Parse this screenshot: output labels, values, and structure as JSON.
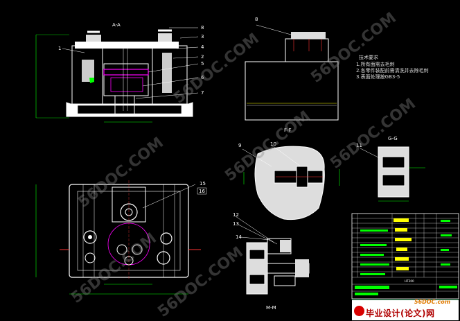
{
  "views": {
    "section_aa": "A-A",
    "section_ff": "F-F",
    "section_gg": "G-G",
    "section_mm": "M-M"
  },
  "balloons": {
    "aa": [
      "8",
      "3",
      "4",
      "2",
      "5",
      "6",
      "7",
      "1"
    ],
    "top_right": "8",
    "ff": [
      "9",
      "10"
    ],
    "gg": "11",
    "mm": [
      "12",
      "13",
      "14"
    ],
    "plan": "15",
    "plan_box": "16"
  },
  "tech_notes": {
    "title": "技术要求",
    "line1": "1.所有面需去毛刺",
    "line2": "2.各零件装配前需清洗并去除毛刺",
    "line3": "3.表面处理按GB3-5"
  },
  "title_block": {
    "material": "HT200"
  },
  "watermarks": {
    "a": "56DOC.COM",
    "b": "56DOC.COM",
    "c": "56DOC.COM",
    "d": "56DOC.COM",
    "e": "56DOC.COM",
    "f": "56DOC.COM",
    "g": "56DOC.COM"
  },
  "logo": {
    "url": "56DOC.com",
    "text": "毕业设计(论文)网"
  },
  "colors": {
    "background": "#000000",
    "lines": "#ffffff",
    "dimension": "#00ff00",
    "hidden": "#ff3333",
    "highlight": "#ff00ff",
    "hatch_fill": "#cccccc",
    "title_green": "#00ff00",
    "title_yellow": "#ffff00"
  }
}
